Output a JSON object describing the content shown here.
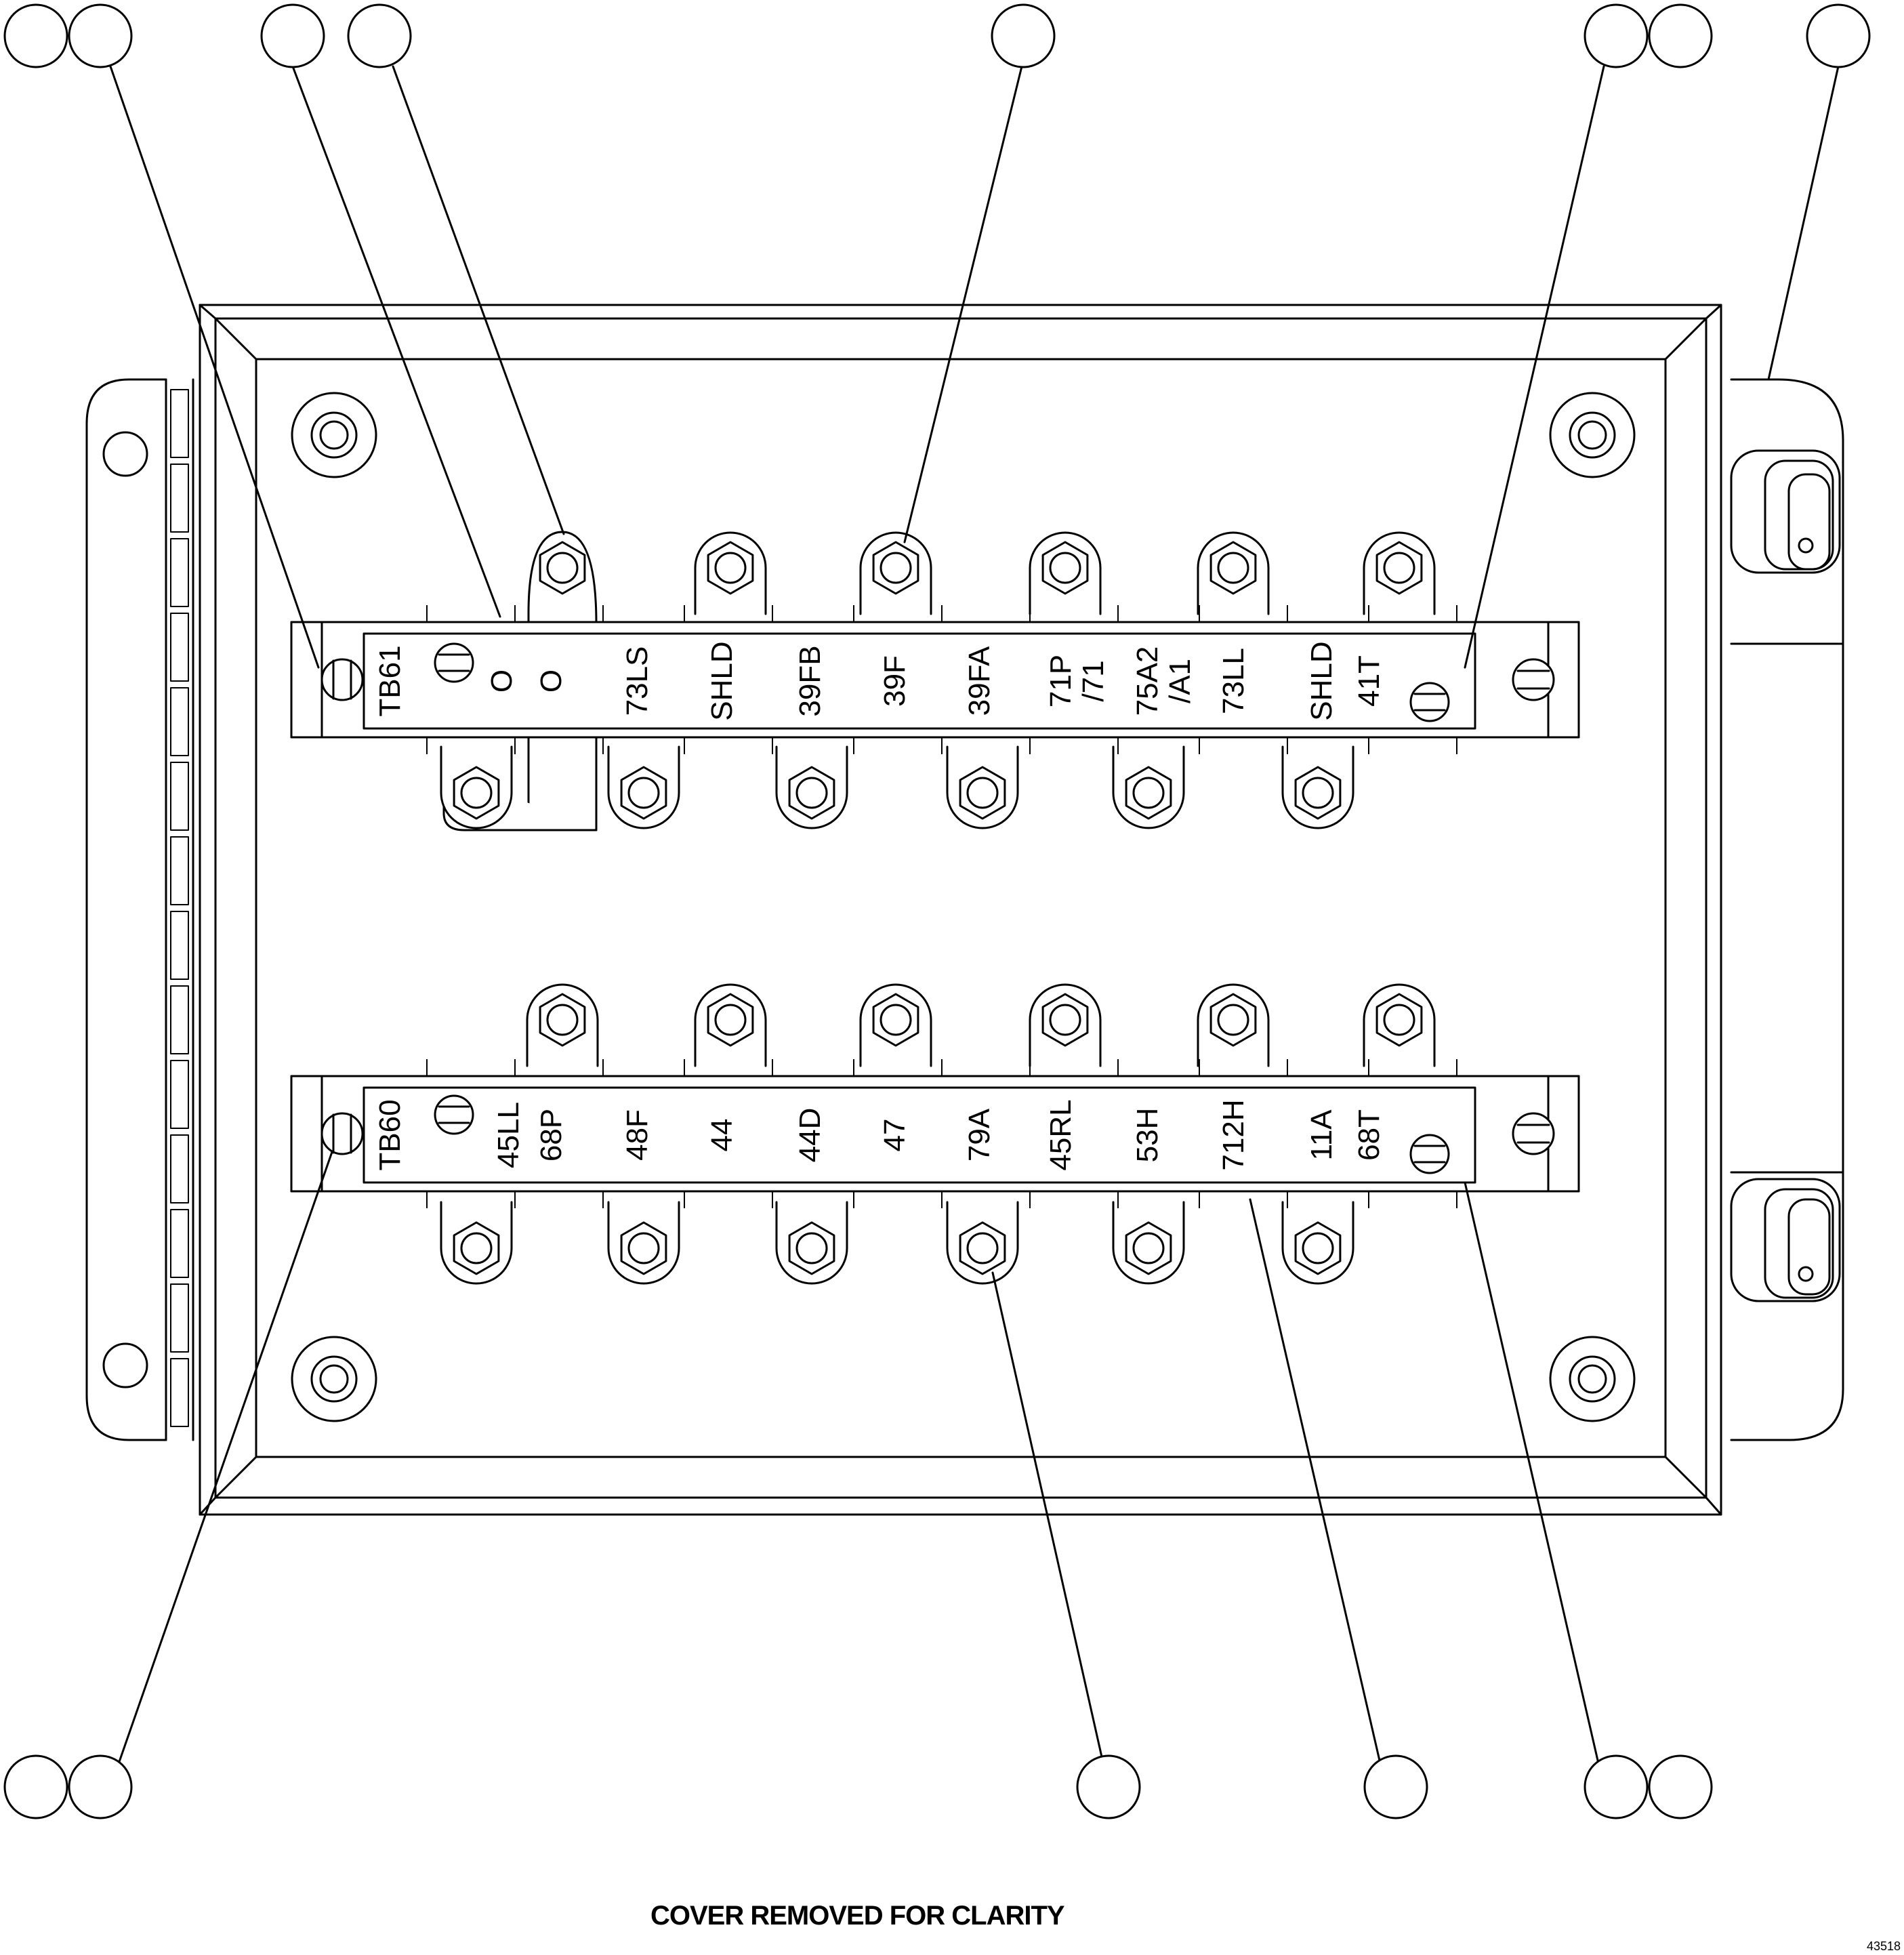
{
  "caption": "COVER REMOVED FOR CLARITY",
  "drawing_id": "43518",
  "terminal_blocks": [
    {
      "name": "TB61",
      "labels": [
        {
          "lines": [
            "O"
          ]
        },
        {
          "lines": [
            "O"
          ]
        },
        {
          "lines": [
            "73LS"
          ]
        },
        {
          "lines": [
            "SHLD"
          ]
        },
        {
          "lines": [
            "39FB"
          ]
        },
        {
          "lines": [
            "39F"
          ]
        },
        {
          "lines": [
            "39FA"
          ]
        },
        {
          "lines": [
            "71P",
            "/71"
          ]
        },
        {
          "lines": [
            "75A2",
            "/A1"
          ]
        },
        {
          "lines": [
            "73LL"
          ]
        },
        {
          "lines": [
            "SHLD"
          ]
        },
        {
          "lines": [
            "41T"
          ]
        }
      ]
    },
    {
      "name": "TB60",
      "labels": [
        {
          "lines": [
            "45LL"
          ]
        },
        {
          "lines": [
            "68P"
          ]
        },
        {
          "lines": [
            "48F"
          ]
        },
        {
          "lines": [
            "44"
          ]
        },
        {
          "lines": [
            "44D"
          ]
        },
        {
          "lines": [
            "47"
          ]
        },
        {
          "lines": [
            "79A"
          ]
        },
        {
          "lines": [
            "45RL"
          ]
        },
        {
          "lines": [
            "53H"
          ]
        },
        {
          "lines": [
            "712H"
          ]
        },
        {
          "lines": [
            "11A"
          ]
        },
        {
          "lines": [
            "68T"
          ]
        }
      ]
    }
  ]
}
